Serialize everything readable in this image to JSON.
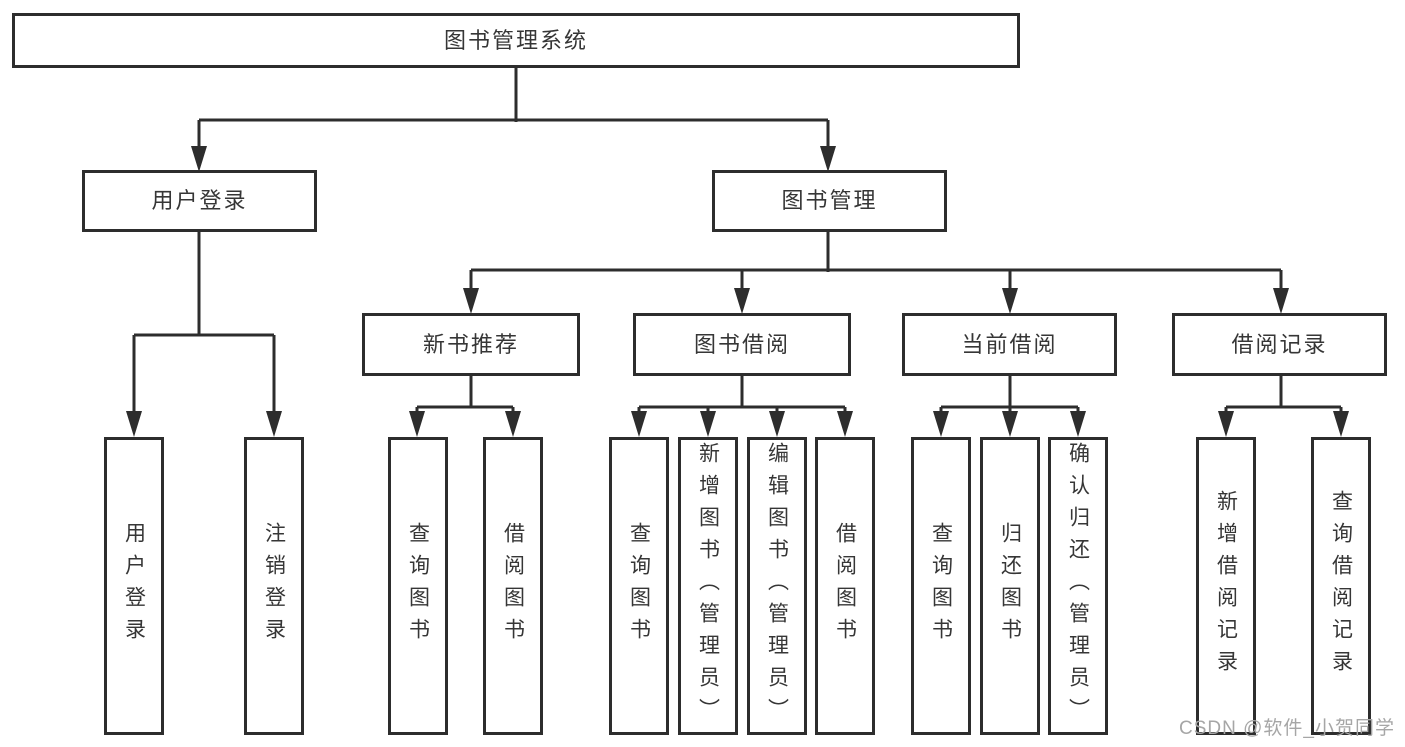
{
  "diagram": {
    "root": {
      "label": "图书管理系统"
    },
    "branches": [
      {
        "label": "用户登录",
        "children": [
          {
            "label": "用户登录"
          },
          {
            "label": "注销登录"
          }
        ]
      },
      {
        "label": "图书管理",
        "groups": [
          {
            "label": "新书推荐",
            "children": [
              {
                "label": "查询图书"
              },
              {
                "label": "借阅图书"
              }
            ]
          },
          {
            "label": "图书借阅",
            "children": [
              {
                "label": "查询图书"
              },
              {
                "label": "新增图书（管理员）"
              },
              {
                "label": "编辑图书（管理员）"
              },
              {
                "label": "借阅图书"
              }
            ]
          },
          {
            "label": "当前借阅",
            "children": [
              {
                "label": "查询图书"
              },
              {
                "label": "归还图书"
              },
              {
                "label": "确认归还（管理员）"
              }
            ]
          },
          {
            "label": "借阅记录",
            "children": [
              {
                "label": "新增借阅记录"
              },
              {
                "label": "查询借阅记录"
              }
            ]
          }
        ]
      }
    ]
  },
  "watermark": {
    "text": "CSDN @软件_小贺同学"
  },
  "colors": {
    "line": "#2d2d2d",
    "box_border": "#2d2d2d",
    "box_fill": "#ffffff",
    "text": "#363636",
    "watermark": "#a6a6a6",
    "background": "#ffffff"
  }
}
